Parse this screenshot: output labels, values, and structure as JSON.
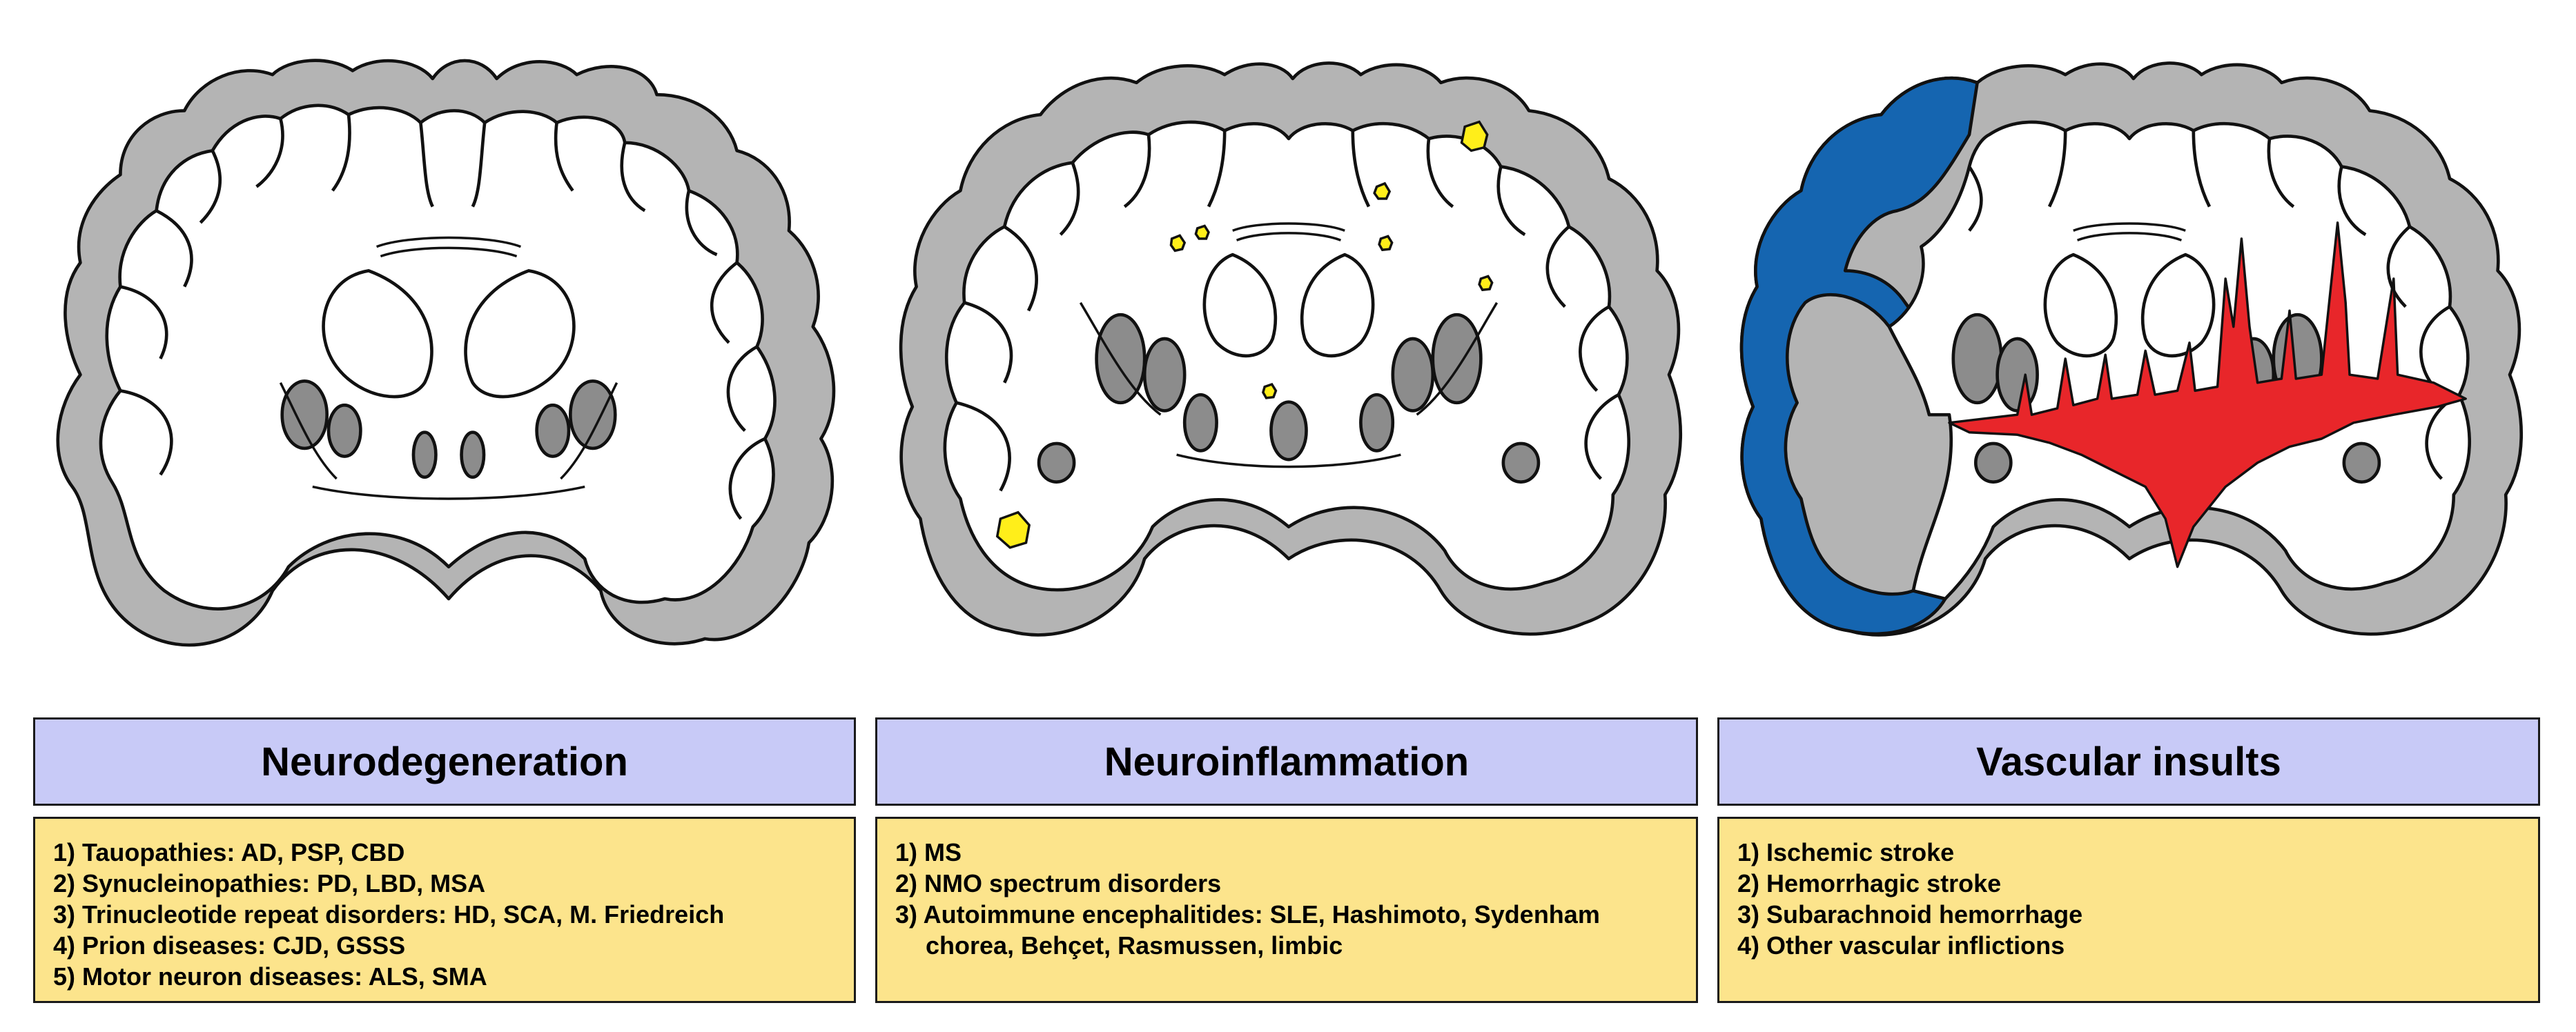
{
  "panels": [
    {
      "title": "Neurodegeneration",
      "items": [
        "1) Tauopathies: AD, PSP, CBD",
        "2) Synucleinopathies: PD, LBD, MSA",
        "3) Trinucleotide repeat disorders: HD, SCA, M. Friedreich",
        "4) Prion diseases: CJD, GSSS",
        "5) Motor neuron diseases: ALS, SMA"
      ]
    },
    {
      "title": "Neuroinflammation",
      "items": [
        "1) MS",
        "2) NMO spectrum disorders",
        "3) Autoimmune encephalitides: SLE, Hashimoto, Sydenham chorea, Behçet, Rasmussen, limbic"
      ]
    },
    {
      "title": "Vascular insults",
      "items": [
        "1) Ischemic stroke",
        "2) Hemorrhagic stroke",
        "3) Subarachnoid hemorrhage",
        "4) Other vascular inflictions"
      ]
    }
  ],
  "colors": {
    "cortex": "#b4b4b4",
    "deep_nuclei": "#8c8c8c",
    "lesion": "#ffee1a",
    "ischemic": "#1565b0",
    "hemorrhage": "#e8262a",
    "header_bg": "#c8caf7",
    "list_bg": "#fce48c"
  }
}
